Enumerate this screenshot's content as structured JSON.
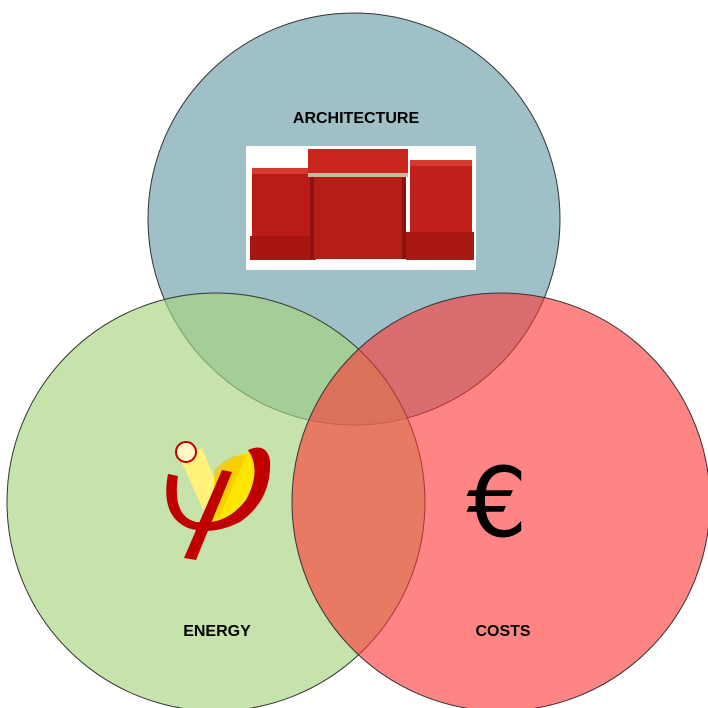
{
  "diagram": {
    "type": "venn",
    "circles": [
      {
        "id": "architecture",
        "label": "ARCHITECTURE",
        "color": "#6b9ea8"
      },
      {
        "id": "energy",
        "label": "ENERGY",
        "color": "#a8d47e"
      },
      {
        "id": "costs",
        "label": "COSTS",
        "color": "#ff3333"
      }
    ],
    "symbols": {
      "costs_symbol": "€"
    },
    "images": {
      "architecture_image": "red-block-building-model",
      "energy_logo": "yellow-red-phi-logo"
    },
    "colors": {
      "building_red": "#c0201a",
      "logo_red": "#c00000",
      "logo_yellow": "#ffe600",
      "outline": "#333333"
    }
  }
}
